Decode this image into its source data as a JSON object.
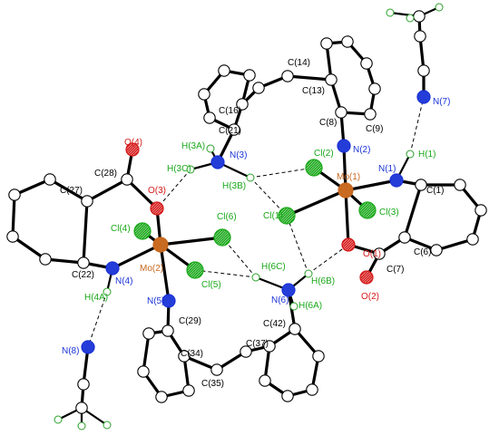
{
  "colors": {
    "carbon": "#000000",
    "nitrogen": "#1a33d6",
    "oxygen": "#d61a1a",
    "molybdenum": "#c8691f",
    "chlorine": "#19a819",
    "hydrogen": "#19a819"
  },
  "labels": {
    "c14": "C(14)",
    "c13": "C(13)",
    "c16": "C(16)",
    "c21": "C(21)",
    "c8": "C(8)",
    "c9": "C(9)",
    "n2": "N(2)",
    "n7": "N(7)",
    "h1": "H(1)",
    "n1": "N(1)",
    "mo1": "Mo(1)",
    "cl2": "Cl(2)",
    "cl1": "Cl(1)",
    "cl3": "Cl(3)",
    "c1": "C(1)",
    "c6": "C(6)",
    "o1": "O(1)",
    "c7": "C(7)",
    "o2": "O(2)",
    "o4": "O(4)",
    "h3a": "H(3A)",
    "n3": "N(3)",
    "h3c": "H(3C)",
    "h3b": "H(3B)",
    "c28": "C(28)",
    "c27": "C(27)",
    "o3": "O(3)",
    "cl4": "Cl(4)",
    "cl6": "Cl(6)",
    "c22": "C(22)",
    "mo2": "Mo(2)",
    "n4": "N(4)",
    "cl5": "Cl(5)",
    "h6c": "H(6C)",
    "h6b": "H(6B)",
    "n6": "N(6)",
    "h6a": "H(6A)",
    "h4a": "H(4A)",
    "n5": "N(5)",
    "c29": "C(29)",
    "c42": "C(42)",
    "c34": "C(34)",
    "c37": "C(37)",
    "n8": "N(8)",
    "c35": "C(35)"
  }
}
